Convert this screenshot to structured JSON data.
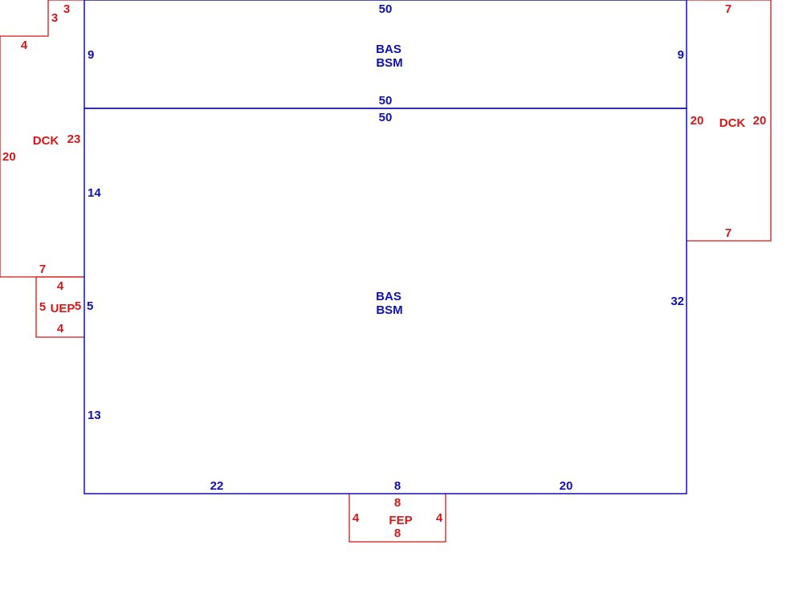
{
  "colors": {
    "main_area": "#1010b0",
    "addition": "#d41818",
    "background": "#ffffff"
  },
  "basement_strip": {
    "label_line1": "BAS",
    "label_line2": "BSM",
    "top": "50",
    "left": "9",
    "right": "9",
    "bottom": "50"
  },
  "main_area": {
    "label_line1": "BAS",
    "label_line2": "BSM",
    "top": "50",
    "left_upper": "14",
    "left_middle": "5",
    "left_lower": "13",
    "right": "32",
    "bottom_left": "22",
    "bottom_middle": "8",
    "bottom_right": "20"
  },
  "deck_left": {
    "label": "DCK",
    "top_step_a": "3",
    "top_step_b": "3",
    "top_step_c": "4",
    "left": "20",
    "right": "23",
    "bottom": "7"
  },
  "deck_right": {
    "label": "DCK",
    "top": "7",
    "left": "20",
    "right": "20",
    "bottom": "7"
  },
  "uep": {
    "label": "UEP",
    "top": "4",
    "left": "5",
    "right": "5",
    "bottom": "4"
  },
  "fep": {
    "label": "FEP",
    "top": "8",
    "left": "4",
    "right": "4",
    "bottom": "8"
  }
}
